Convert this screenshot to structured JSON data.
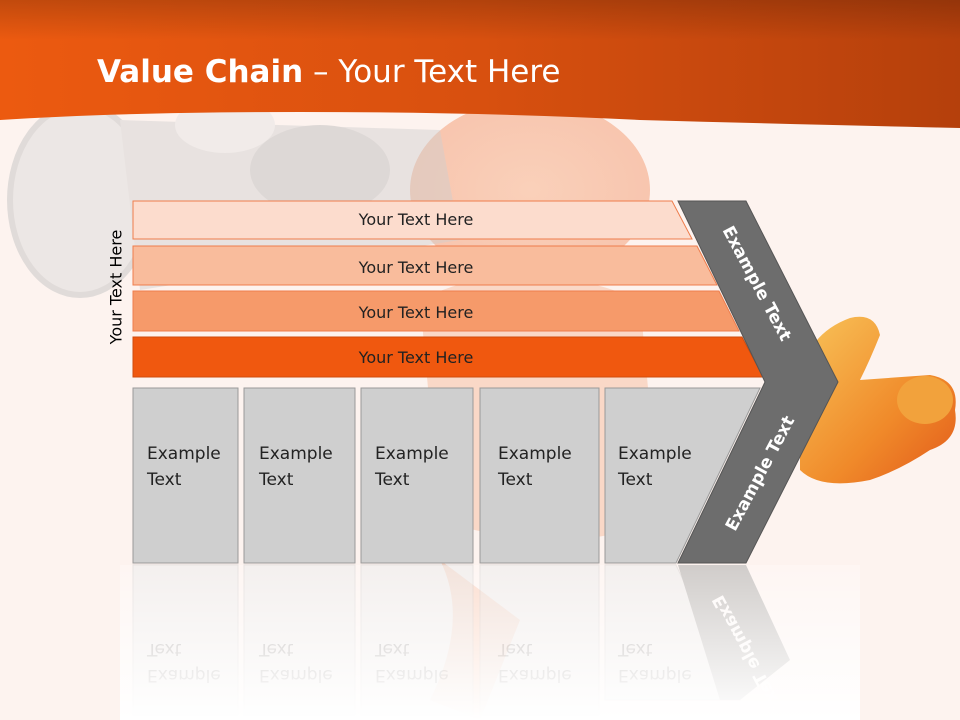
{
  "slide": {
    "title_bold": "Value Chain",
    "title_rest": " – Your Text Here",
    "vertical_label": "Your Text Here"
  },
  "bars": [
    {
      "label": "Your Text Here",
      "color": "#fcdccd"
    },
    {
      "label": "Your Text Here",
      "color": "#f9bc9c"
    },
    {
      "label": "Your Text Here",
      "color": "#f69a6a"
    },
    {
      "label": "Your Text Here",
      "color": "#f0580f"
    }
  ],
  "boxes": [
    {
      "line1": "Example",
      "line2": "Text"
    },
    {
      "line1": "Example",
      "line2": "Text"
    },
    {
      "line1": "Example",
      "line2": "Text"
    },
    {
      "line1": "Example",
      "line2": "Text"
    },
    {
      "line1": "Example",
      "line2": "Text"
    }
  ],
  "chevron": {
    "upper_label": "Example Text",
    "lower_label": "Example Text",
    "color": "#6d6d6d"
  },
  "colors": {
    "header_orange": "#e35a16",
    "box_gray": "#cfcfcf",
    "box_border": "#9a9a9a"
  }
}
